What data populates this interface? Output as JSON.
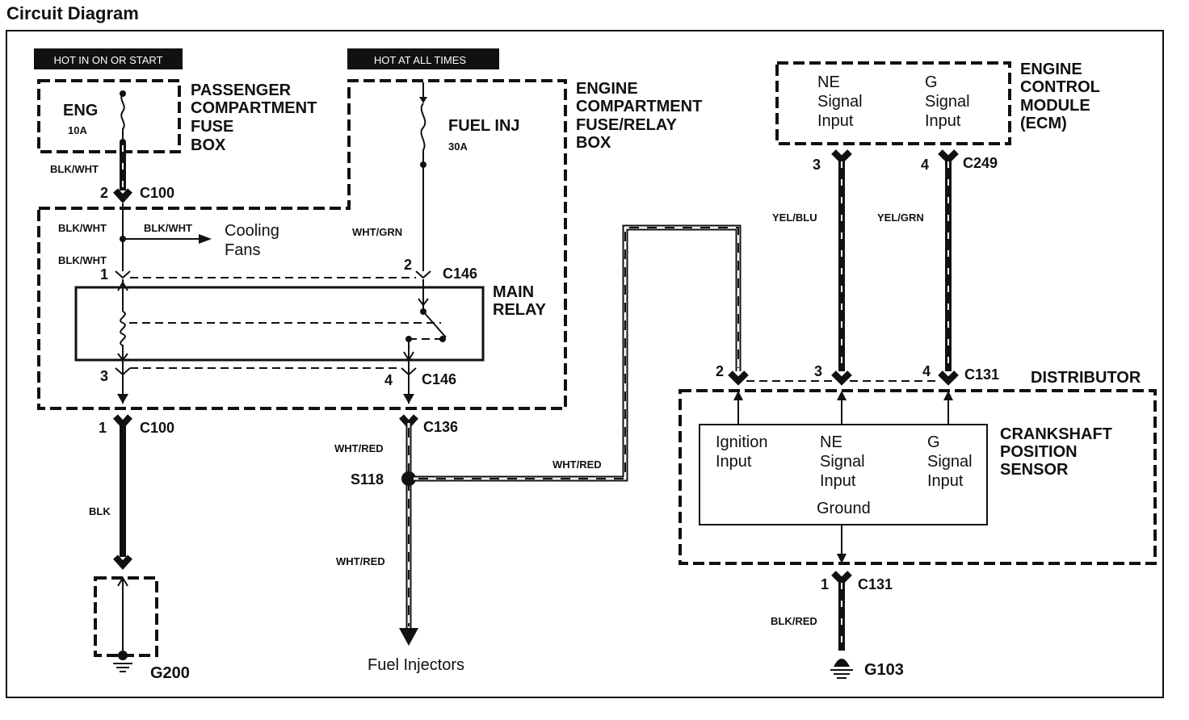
{
  "title": "Circuit Diagram",
  "banners": {
    "hot_on_start": "HOT IN ON OR START",
    "hot_all_times": "HOT AT ALL TIMES"
  },
  "components": {
    "passenger_fuse_box": [
      "PASSENGER",
      "COMPARTMENT",
      "FUSE",
      "BOX"
    ],
    "eng_fuse": "ENG",
    "eng_fuse_rating": "10A",
    "engine_fuse_relay_box": [
      "ENGINE",
      "COMPARTMENT",
      "FUSE/RELAY",
      "BOX"
    ],
    "fuel_inj_fuse": "FUEL INJ",
    "fuel_inj_rating": "30A",
    "main_relay": [
      "MAIN",
      "RELAY"
    ],
    "ecm": [
      "ENGINE",
      "CONTROL",
      "MODULE",
      "(ECM)"
    ],
    "ecm_ne": [
      "NE",
      "Signal",
      "Input"
    ],
    "ecm_g": [
      "G",
      "Signal",
      "Input"
    ],
    "distributor": "DISTRIBUTOR",
    "ckp_sensor": [
      "CRANKSHAFT",
      "POSITION",
      "SENSOR"
    ],
    "ckp_ignition": [
      "Ignition",
      "Input"
    ],
    "ckp_ne": [
      "NE",
      "Signal",
      "Input"
    ],
    "ckp_g": [
      "G",
      "Signal",
      "Input"
    ],
    "ckp_ground": "Ground",
    "cooling_fans": [
      "Cooling",
      "Fans"
    ],
    "fuel_injectors": "Fuel Injectors"
  },
  "connectors": {
    "c100": "C100",
    "c146": "C146",
    "c136": "C136",
    "c249": "C249",
    "c131": "C131",
    "s118": "S118",
    "g200": "G200",
    "g103": "G103"
  },
  "pins": {
    "p1": "1",
    "p2": "2",
    "p3": "3",
    "p4": "4"
  },
  "wires": {
    "blk_wht": "BLK/WHT",
    "wht_grn": "WHT/GRN",
    "wht_red": "WHT/RED",
    "blk": "BLK",
    "yel_blu": "YEL/BLU",
    "yel_grn": "YEL/GRN",
    "blk_red": "BLK/RED"
  }
}
